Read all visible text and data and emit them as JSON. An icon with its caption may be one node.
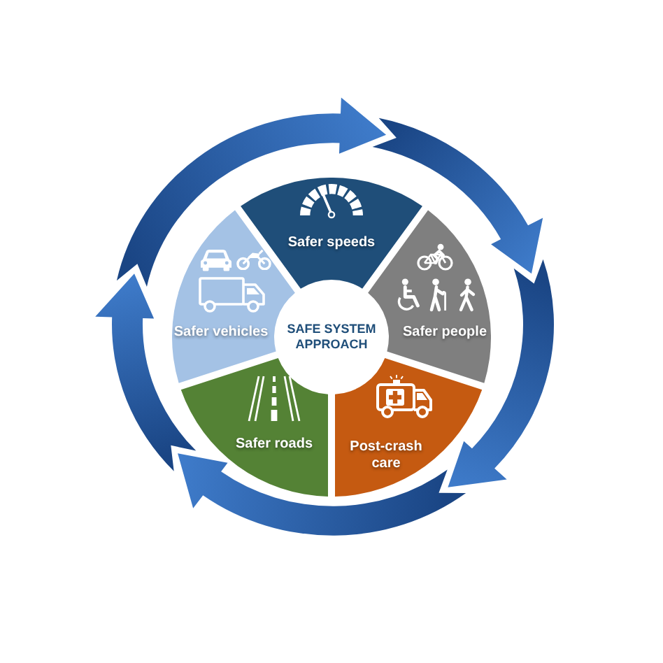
{
  "diagram": {
    "nodes": [
      {
        "text": [
          "SAFE SYSTEM APPROACH"
        ]
      },
      {
        "text": [
          "Safer speeds"
        ]
      },
      {
        "text": [
          "Safer people"
        ]
      },
      {
        "text": [
          "Post-crash care"
        ]
      },
      {
        "text": [
          "Safer roads"
        ]
      },
      {
        "text": [
          "Safer vehicles"
        ]
      }
    ],
    "edges": [
      {
        "from": 1,
        "to": 2,
        "arrow": "to"
      },
      {
        "from": 2,
        "to": 3,
        "arrow": "to"
      },
      {
        "from": 3,
        "to": 4,
        "arrow": "to"
      },
      {
        "from": 4,
        "to": 5,
        "arrow": "to"
      },
      {
        "from": 5,
        "to": 1,
        "arrow": "to"
      }
    ]
  }
}
